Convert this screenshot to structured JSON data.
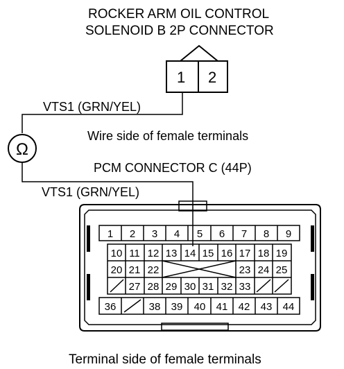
{
  "solenoid_connector": {
    "title_line1": "ROCKER ARM OIL CONTROL",
    "title_line2": "SOLENOID B 2P CONNECTOR",
    "terminals": [
      "1",
      "2"
    ]
  },
  "wire_top": {
    "label": "VTS1 (GRN/YEL)"
  },
  "ohmmeter": {
    "symbol": "Ω"
  },
  "wire_side_caption": "Wire side of female terminals",
  "pcm_connector": {
    "title": "PCM CONNECTOR C (44P)",
    "row1": [
      "1",
      "2",
      "3",
      "4",
      "5",
      "6",
      "7",
      "8",
      "9"
    ],
    "row2": [
      "10",
      "11",
      "12",
      "13",
      "14",
      "15",
      "16",
      "17",
      "18",
      "19"
    ],
    "row3_left": [
      "20",
      "21",
      "22"
    ],
    "row3_right": [
      "23",
      "24",
      "25"
    ],
    "row4": [
      "27",
      "28",
      "29",
      "30",
      "31",
      "32",
      "33"
    ],
    "row5_first": "36",
    "row5_rest": [
      "38",
      "39",
      "40",
      "41",
      "42",
      "43",
      "44"
    ]
  },
  "wire_bottom": {
    "label": "VTS1 (GRN/YEL)"
  },
  "terminal_side_caption": "Terminal side of female terminals"
}
